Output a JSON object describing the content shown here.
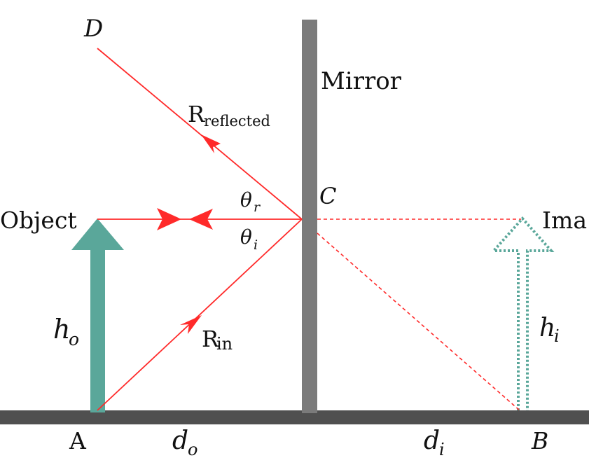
{
  "colors": {
    "ray": "#ff2a2a",
    "mirror": "#7b7b7b",
    "ground": "#505050",
    "object_arrow": "#5aa79a",
    "image_arrow": "#5aa79a",
    "text": "#111111"
  },
  "labels": {
    "point_d": "D",
    "point_c": "C",
    "point_a": "A",
    "point_b": "B",
    "mirror": "Mirror",
    "object": "Object",
    "image": "Ima",
    "r_reflected_main": "R",
    "r_reflected_sub": "reflected",
    "r_in_main": "R",
    "r_in_sub": "in",
    "theta_r_main": "θ",
    "theta_r_sub": "r",
    "theta_i_main": "θ",
    "theta_i_sub": "i",
    "h_o_main": "h",
    "h_o_sub": "o",
    "h_i_main": "h",
    "h_i_sub": "i",
    "d_o_main": "d",
    "d_o_sub": "o",
    "d_i_main": "d",
    "d_i_sub": "i"
  },
  "icons": {
    "object_arrow": "solid-up-arrow-icon",
    "image_arrow": "dotted-up-arrow-icon"
  }
}
